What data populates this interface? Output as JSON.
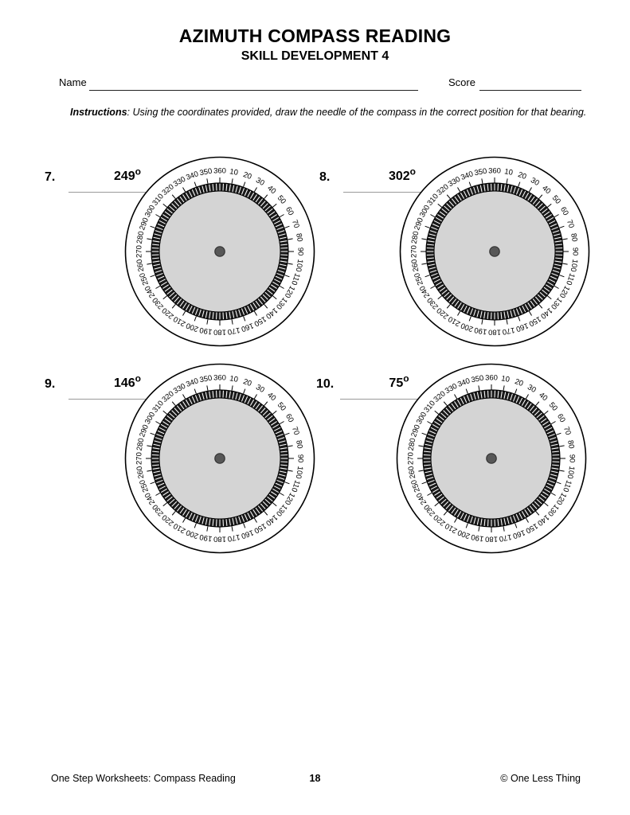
{
  "header": {
    "main_title": "AZIMUTH COMPASS READING",
    "sub_title": "SKILL DEVELOPMENT 4"
  },
  "fields": {
    "name_label": "Name",
    "score_label": "Score"
  },
  "instructions": {
    "lead": "Instructions",
    "text": ": Using the coordinates provided, draw the needle of the compass in the correct position for that bearing."
  },
  "problems": [
    {
      "number": "7.",
      "bearing": "249",
      "degree_symbol": "o"
    },
    {
      "number": "8.",
      "bearing": "302",
      "degree_symbol": "o"
    },
    {
      "number": "9.",
      "bearing": "146",
      "degree_symbol": "o"
    },
    {
      "number": "10.",
      "bearing": "75",
      "degree_symbol": "o"
    }
  ],
  "compass": {
    "tick_labels": [
      "10",
      "20",
      "30",
      "40",
      "50",
      "60",
      "70",
      "80",
      "90",
      "100",
      "110",
      "120",
      "130",
      "140",
      "150",
      "160",
      "170",
      "180",
      "190",
      "200",
      "210",
      "220",
      "230",
      "240",
      "250",
      "260",
      "270",
      "280",
      "290",
      "300",
      "310",
      "320",
      "330",
      "340",
      "350",
      "360"
    ],
    "minor_tick_count": 120,
    "face_color": "#d4d4d4",
    "band_color": "#1a1a1a",
    "hub_color": "#575757",
    "outline_color": "#000000"
  },
  "footer": {
    "left": "One Step Worksheets: Compass Reading",
    "page": "18",
    "right": "© One Less Thing"
  }
}
